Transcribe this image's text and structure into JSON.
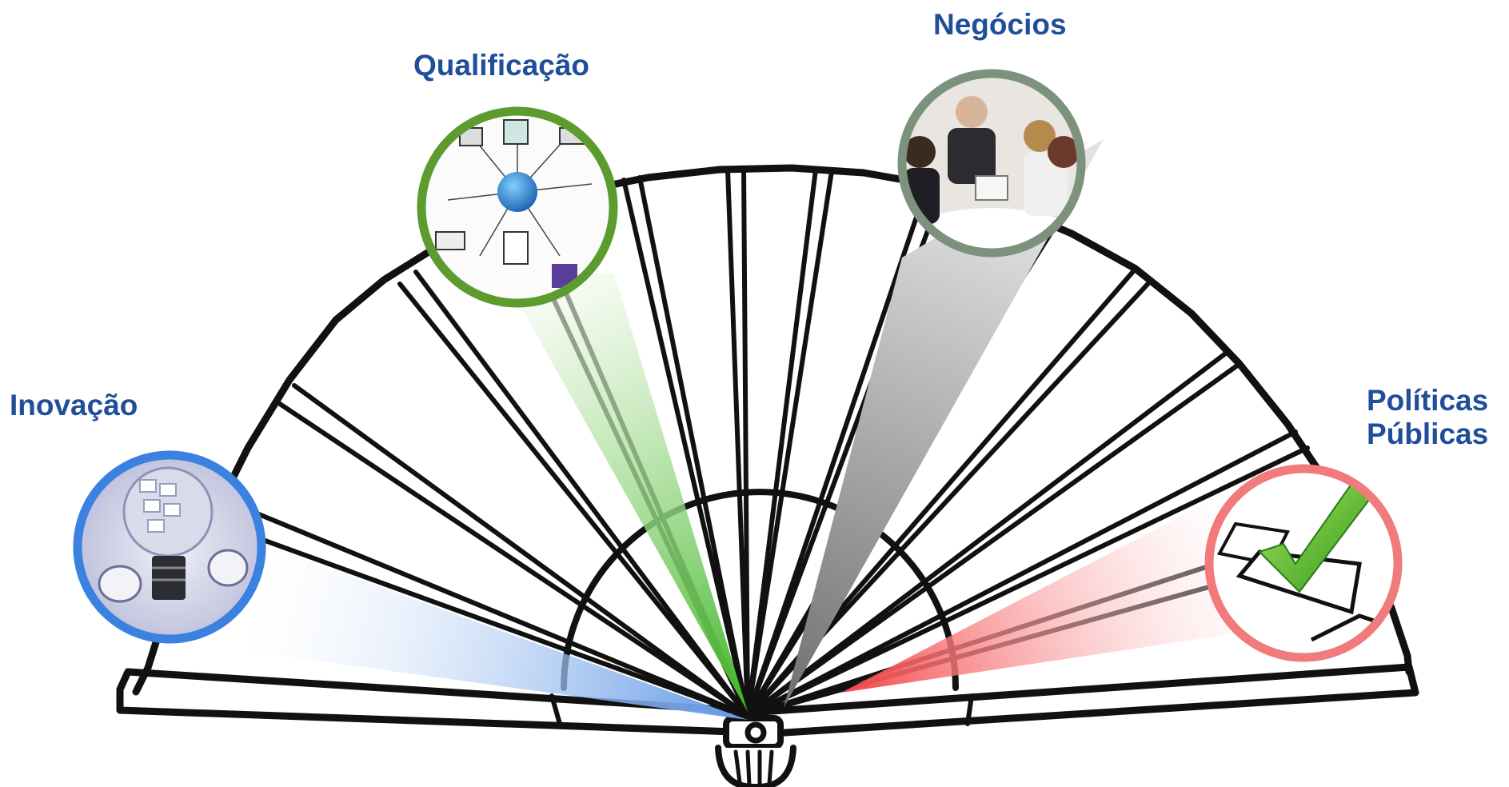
{
  "label_color": "#1f4e9a",
  "topics": [
    {
      "id": "inovacao",
      "label": "Inovação",
      "icon": "lightbulb-puzzle-icon",
      "ring_color": "#3b82e0",
      "beam_color": "#7aa8ec"
    },
    {
      "id": "qualificacao",
      "label": "Qualificação",
      "icon": "network-globe-icon",
      "ring_color": "#5c9c2e",
      "beam_color": "#5cbf3a"
    },
    {
      "id": "negocios",
      "label": "Negócios",
      "icon": "business-meeting-icon",
      "ring_color": "#7c927c",
      "beam_color": "#8c8c8c"
    },
    {
      "id": "politicas",
      "label_lines": [
        "Políticas",
        "Públicas"
      ],
      "icon": "checkbox-checkmark-icon",
      "ring_color": "#f07a7c",
      "beam_color": "#f45c5e"
    }
  ]
}
